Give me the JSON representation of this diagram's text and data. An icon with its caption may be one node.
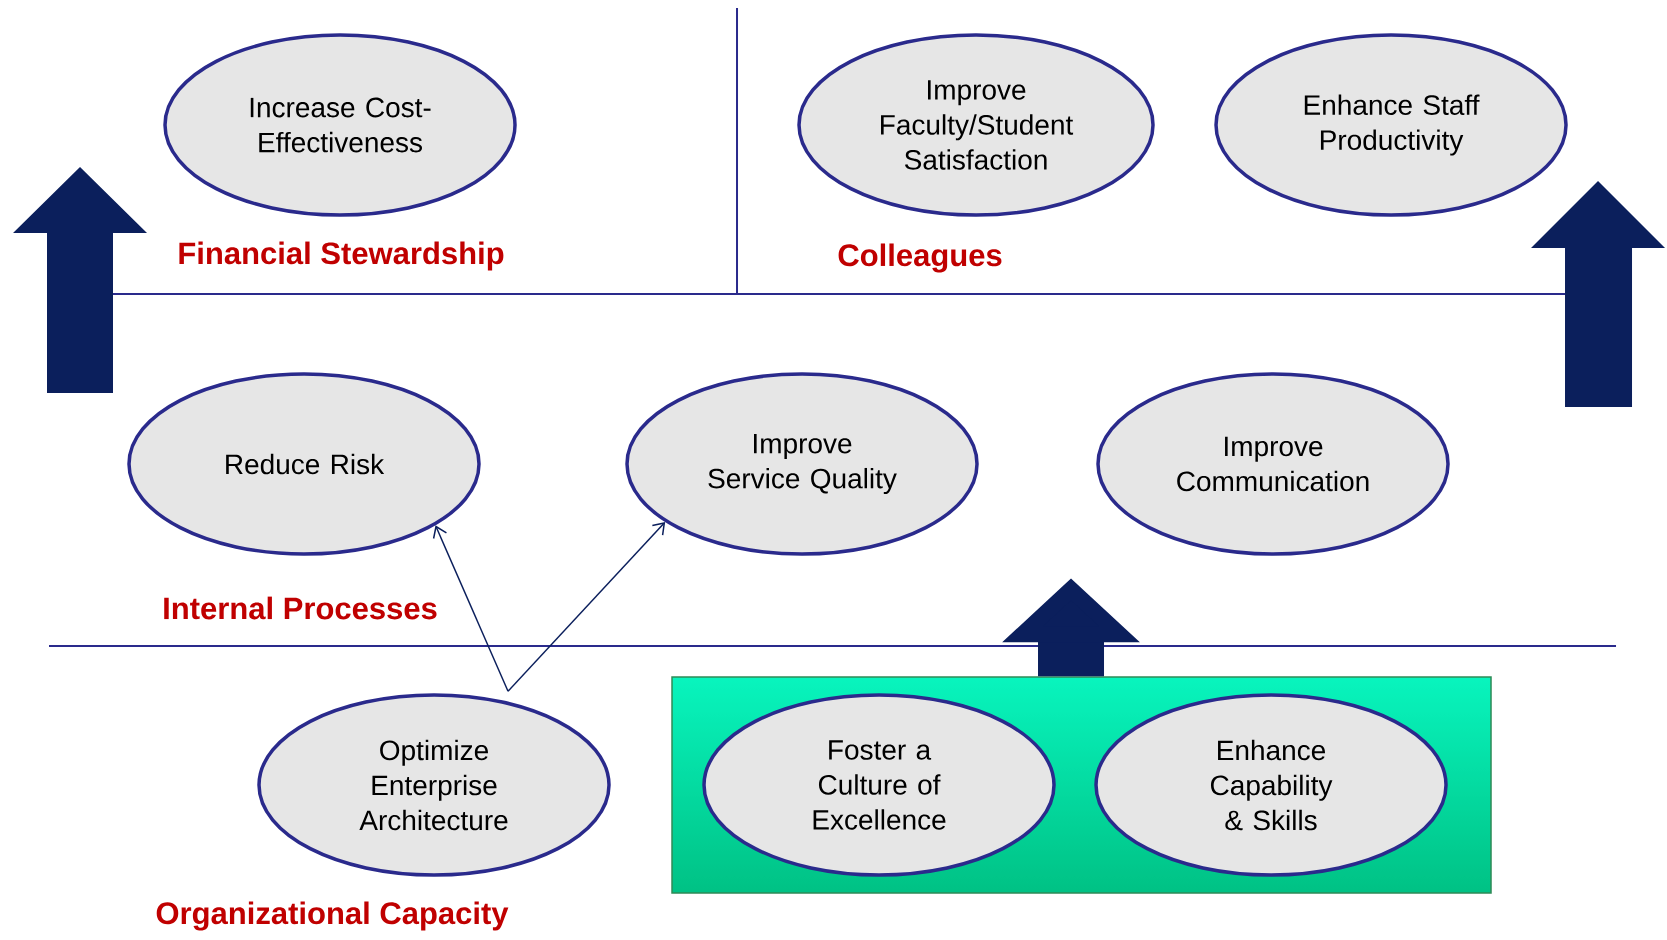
{
  "diagram": {
    "nodes": [
      {
        "text": [
          "Increase Cost-Effectiveness"
        ]
      },
      {
        "text": [
          "Improve Faculty/Student Satisfaction"
        ]
      },
      {
        "text": [
          "Enhance Staff Productivity"
        ]
      },
      {
        "text": [
          "Reduce Risk"
        ]
      },
      {
        "text": [
          "Improve Service Quality"
        ]
      },
      {
        "text": [
          "Improve Communication"
        ]
      },
      {
        "text": [
          "Optimize Enterprise Architecture"
        ]
      },
      {
        "text": [],
        "shape": "box"
      },
      {
        "text": [
          "Foster a Culture of Excellence"
        ],
        "in": 7
      },
      {
        "text": [
          "Enhance Capability & Skills"
        ],
        "in": 7
      }
    ],
    "edges": [
      {
        "from": 6,
        "to": 3,
        "arrow": "to"
      },
      {
        "from": 6,
        "to": 4,
        "arrow": "to"
      },
      {
        "from": 7,
        "to": null,
        "arrow": "to",
        "style": "thick"
      }
    ],
    "labels": [
      "Financial Stewardship",
      "Colleagues",
      "Internal Processes",
      "Organizational Capacity"
    ]
  }
}
